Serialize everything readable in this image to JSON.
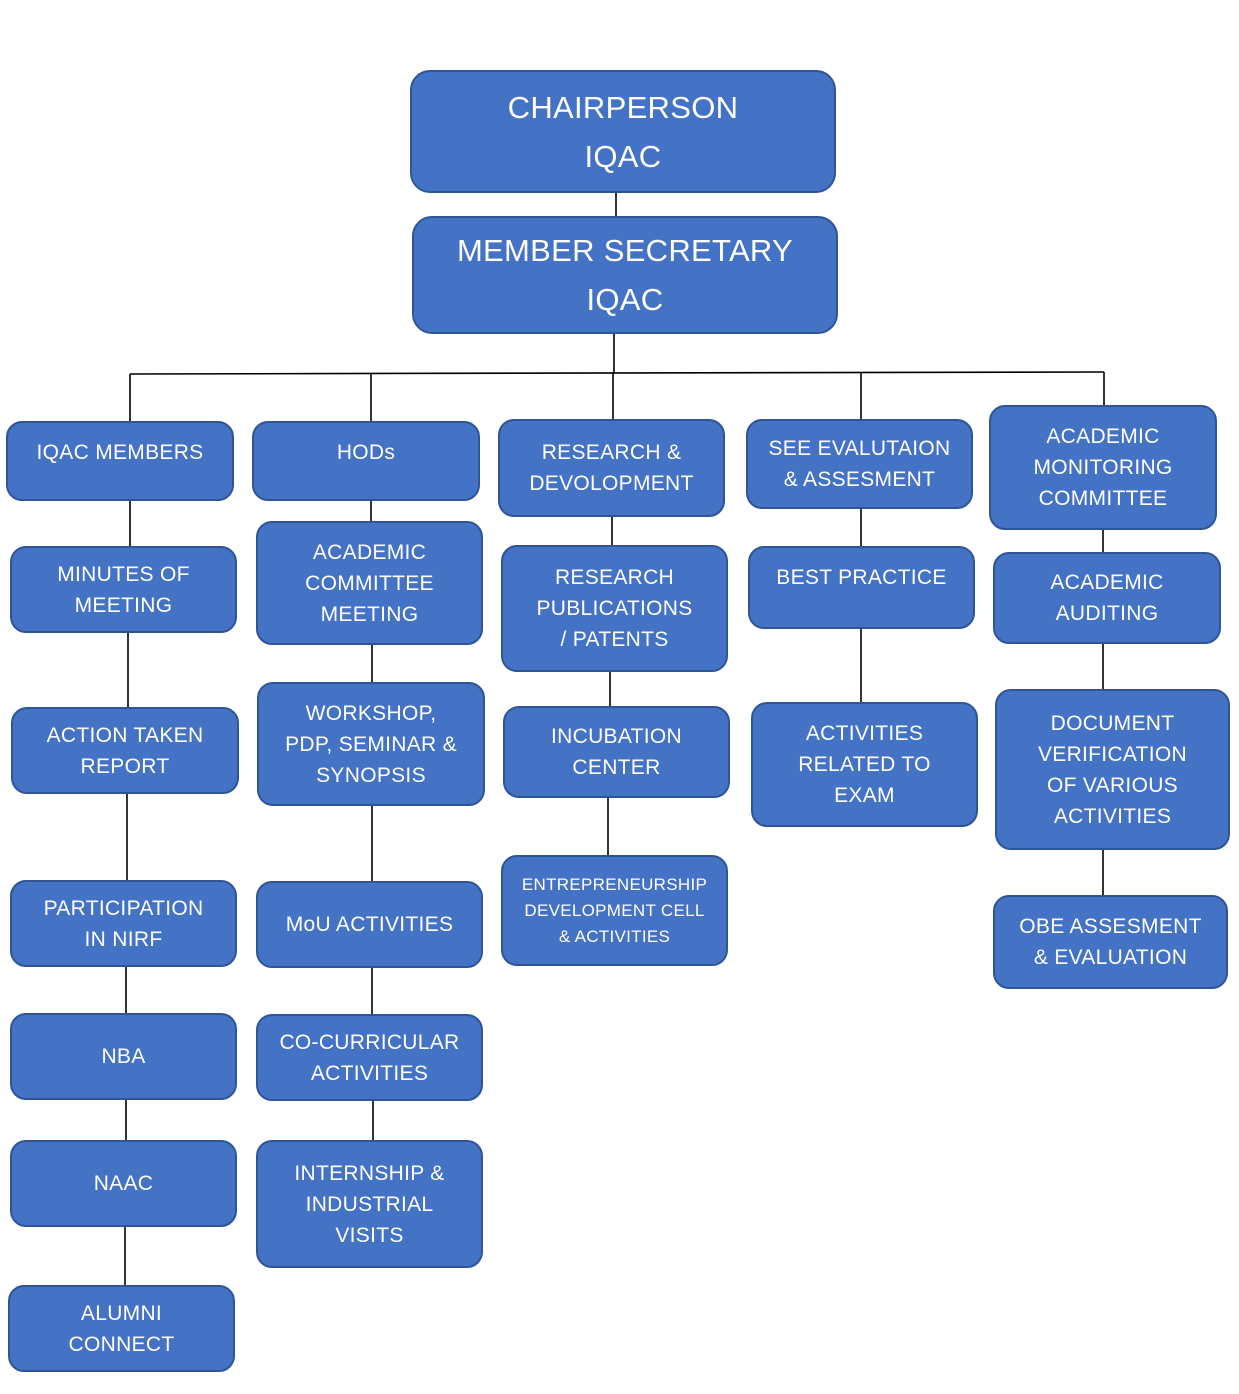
{
  "title": "IQAC Organizational Chart",
  "colors": {
    "box_fill": "#4472C4",
    "box_border": "#2F5597",
    "text": "#FFFFFF",
    "connector": "#000000"
  },
  "root": {
    "label": "CHAIRPERSON\nIQAC"
  },
  "secretary": {
    "label": "MEMBER SECRETARY\nIQAC"
  },
  "columns": [
    {
      "head": "IQAC MEMBERS",
      "items": [
        "MINUTES OF\nMEETING",
        "ACTION TAKEN\nREPORT",
        "PARTICIPATION\nIN NIRF",
        "NBA",
        "NAAC",
        "ALUMNI\nCONNECT"
      ]
    },
    {
      "head": "HODs",
      "items": [
        "ACADEMIC\nCOMMITTEE\nMEETING",
        "WORKSHOP,\nPDP, SEMINAR &\nSYNOPSIS",
        "MoU ACTIVITIES",
        "CO-CURRICULAR\nACTIVITIES",
        "INTERNSHIP &\nINDUSTRIAL\nVISITS"
      ]
    },
    {
      "head": "RESEARCH &\nDEVOLOPMENT",
      "items": [
        "RESEARCH\nPUBLICATIONS\n/ PATENTS",
        "INCUBATION\nCENTER",
        "ENTREPRENEURSHIP\nDEVELOPMENT CELL\n& ACTIVITIES"
      ]
    },
    {
      "head": "SEE EVALUTAION\n& ASSESMENT",
      "items": [
        "BEST PRACTICE",
        "ACTIVITIES\nRELATED TO\nEXAM"
      ]
    },
    {
      "head": "ACADEMIC\nMONITORING\nCOMMITTEE",
      "items": [
        "ACADEMIC\nAUDITING",
        "DOCUMENT\nVERIFICATION\nOF VARIOUS\nACTIVITIES",
        "OBE ASSESMENT\n& EVALUATION"
      ]
    }
  ]
}
